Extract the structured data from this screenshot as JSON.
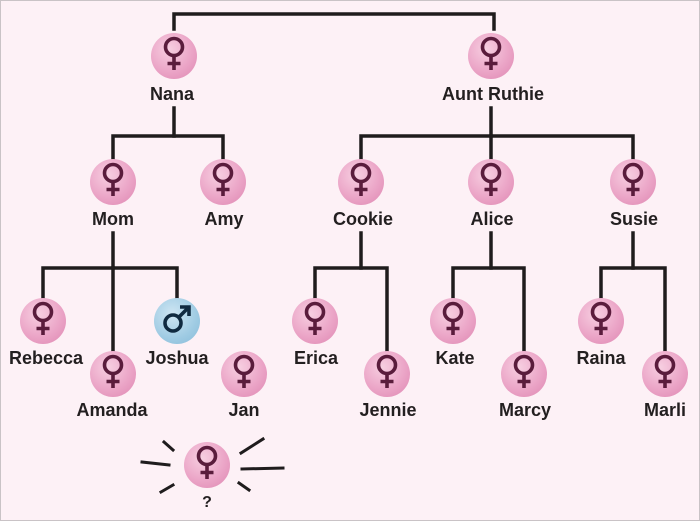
{
  "colors": {
    "background": "#fdf1f6",
    "line": "#1f1c1d",
    "female_node": "#eba5c7",
    "female_symbol": "#5a1c3c",
    "male_node": "#9fcbe3",
    "male_symbol": "#102a40"
  },
  "people": {
    "nana": {
      "name": "Nana",
      "icon": "female-symbol-icon"
    },
    "aunt_ruthie": {
      "name": "Aunt Ruthie",
      "icon": "female-symbol-icon"
    },
    "mom": {
      "name": "Mom",
      "icon": "female-symbol-icon"
    },
    "amy": {
      "name": "Amy",
      "icon": "female-symbol-icon"
    },
    "cookie": {
      "name": "Cookie",
      "icon": "female-symbol-icon"
    },
    "alice": {
      "name": "Alice",
      "icon": "female-symbol-icon"
    },
    "susie": {
      "name": "Susie",
      "icon": "female-symbol-icon"
    },
    "rebecca": {
      "name": "Rebecca",
      "icon": "female-symbol-icon"
    },
    "amanda": {
      "name": "Amanda",
      "icon": "female-symbol-icon"
    },
    "joshua": {
      "name": "Joshua",
      "icon": "male-symbol-icon"
    },
    "jan": {
      "name": "Jan",
      "icon": "female-symbol-icon"
    },
    "erica": {
      "name": "Erica",
      "icon": "female-symbol-icon"
    },
    "jennie": {
      "name": "Jennie",
      "icon": "female-symbol-icon"
    },
    "kate": {
      "name": "Kate",
      "icon": "female-symbol-icon"
    },
    "marcy": {
      "name": "Marcy",
      "icon": "female-symbol-icon"
    },
    "raina": {
      "name": "Raina",
      "icon": "female-symbol-icon"
    },
    "marli": {
      "name": "Marli",
      "icon": "female-symbol-icon"
    },
    "unknown": {
      "name": "?",
      "icon": "female-symbol-icon"
    }
  }
}
